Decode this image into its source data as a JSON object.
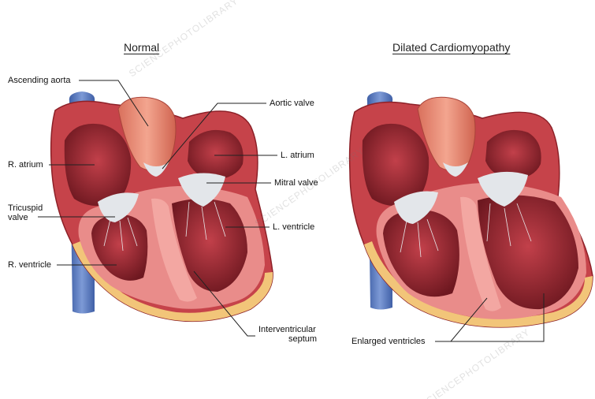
{
  "titles": {
    "normal": "Normal",
    "dilated": "Dilated Cardiomyopathy"
  },
  "labels": {
    "ascending_aorta": "Ascending aorta",
    "aortic_valve": "Aortic valve",
    "r_atrium": "R. atrium",
    "l_atrium": "L. atrium",
    "mitral_valve": "Mitral valve",
    "tricuspid_line1": "Tricuspid",
    "tricuspid_line2": "valve",
    "l_ventricle": "L. ventricle",
    "r_ventricle": "R. ventricle",
    "septum_line1": "Interventricular",
    "septum_line2": "septum",
    "enlarged_ventricles": "Enlarged ventricles"
  },
  "watermark": "SCIENCEPHOTOLIBRARY",
  "colors": {
    "vein_blue": "#5a7fc4",
    "heart_red": "#b8323c",
    "heart_dark": "#7a1b23",
    "myocardium_pink": "#e98c8a",
    "aorta_salmon": "#e9836e",
    "valve_gray": "#e3e6ea",
    "fat_yellow": "#f2c579",
    "leader_line": "#222222"
  }
}
